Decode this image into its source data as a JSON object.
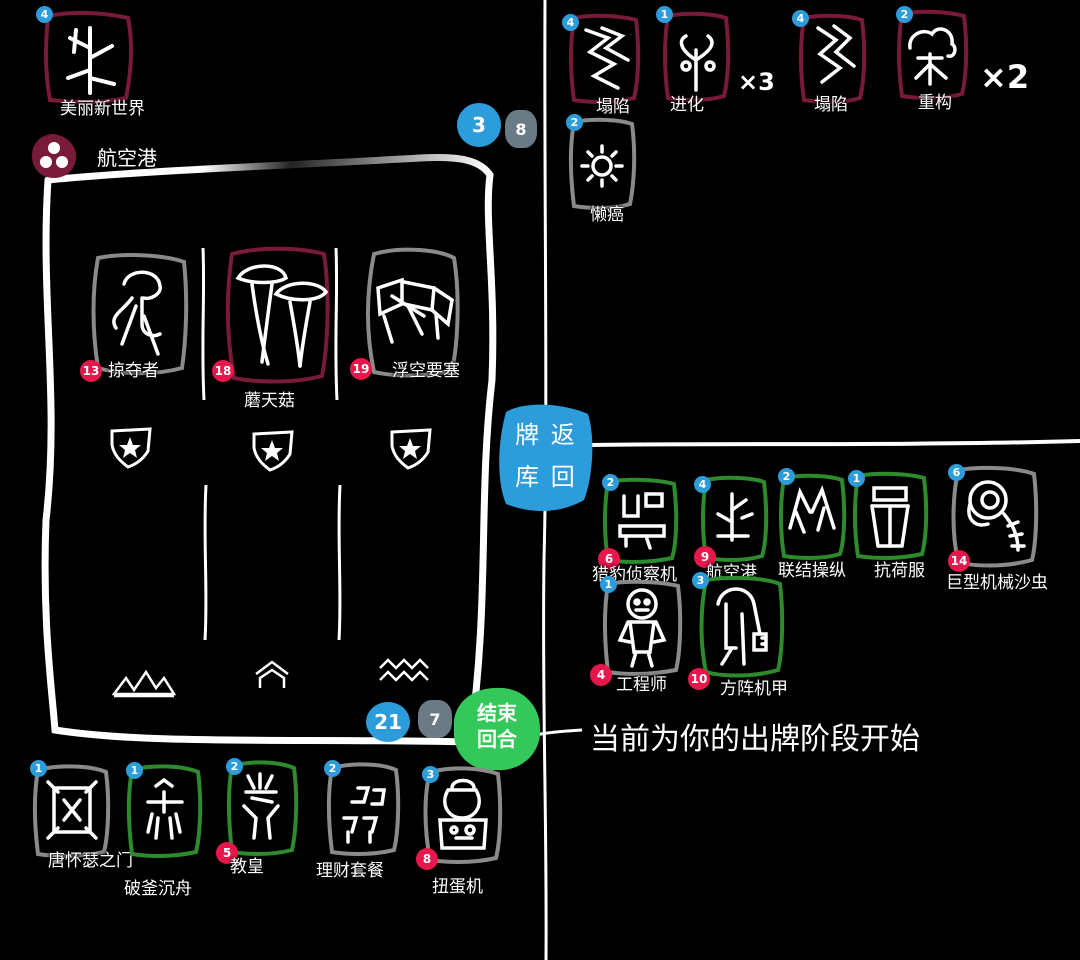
{
  "colors": {
    "background": "#000000",
    "rare_frame": "#7a1a3a",
    "common_frame": "#8a8a8a",
    "uncommon_frame": "#2d8a2d",
    "badge_blue": "#2d9cdb",
    "badge_pink": "#e8174b",
    "button_green": "#34c759",
    "button_blue": "#2d9cdb",
    "counter_gray": "#6b7b86"
  },
  "top_left": {
    "card_label": "美丽新世界",
    "card_badge": "4",
    "location_name": "航空港"
  },
  "active_cards": {
    "items": [
      {
        "label": "塌陷",
        "badge": "4"
      },
      {
        "label": "进化",
        "badge": "1",
        "multiplier": "×3"
      },
      {
        "label": "塌陷",
        "badge": "4"
      },
      {
        "label": "重构",
        "badge": "2",
        "multiplier": "×2"
      },
      {
        "label": "懒癌",
        "badge": "2"
      }
    ],
    "counter_blue": "3",
    "counter_gray": "8"
  },
  "board": {
    "columns": [
      {
        "name": "掠夺者",
        "power": "13",
        "lane_icon": "mountains-icon"
      },
      {
        "name": "蘑天菇",
        "power": "18",
        "lane_icon": "chevron-up-icon"
      },
      {
        "name": "浮空要塞",
        "power": "19",
        "lane_icon": "waves-icon"
      }
    ],
    "counter_blue": "21",
    "counter_gray": "7"
  },
  "buttons": {
    "return_deck": "牌库返回",
    "return_deck_line1": "牌 返",
    "return_deck_line2": "库 回",
    "end_turn_line1": "结束",
    "end_turn_line2": "回合"
  },
  "hint_text": "当前为你的出牌阶段开始",
  "shop": {
    "row1": [
      {
        "label": "猎豹侦察机",
        "badge": "2",
        "power": "6"
      },
      {
        "label": "航空港",
        "badge": "4",
        "power": "9"
      },
      {
        "label": "联结操纵",
        "badge": "2"
      },
      {
        "label": "抗荷服",
        "badge": "1"
      },
      {
        "label": "巨型机械沙虫",
        "badge": "6",
        "power": "14"
      }
    ],
    "row2": [
      {
        "label": "工程师",
        "badge": "1",
        "power": "4"
      },
      {
        "label": "方阵机甲",
        "badge": "3",
        "power": "10"
      }
    ]
  },
  "hand": [
    {
      "label": "唐怀瑟之门",
      "badge": "1"
    },
    {
      "label": "破釜沉舟",
      "badge": "1"
    },
    {
      "label": "教皇",
      "badge": "2",
      "power": "5"
    },
    {
      "label": "理财套餐",
      "badge": "2"
    },
    {
      "label": "扭蛋机",
      "badge": "3",
      "power": "8"
    }
  ]
}
